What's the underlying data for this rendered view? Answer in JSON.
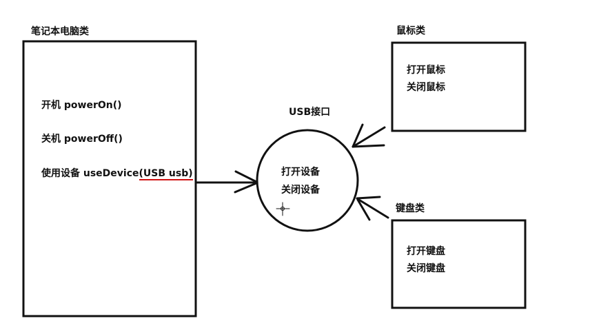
{
  "laptop": {
    "title": "笔记本电脑类",
    "methods": [
      "开机 powerOn()",
      "关机 powerOff()"
    ],
    "use_device_prefix": "使用设备 useDevice",
    "use_device_param": "(USB usb)"
  },
  "usb": {
    "title": "USB接口",
    "methods": [
      "打开设备",
      "关闭设备"
    ]
  },
  "mouse": {
    "title": "鼠标类",
    "methods": [
      "打开鼠标",
      "关闭鼠标"
    ]
  },
  "keyboard": {
    "title": "键盘类",
    "methods": [
      "打开键盘",
      "关闭键盘"
    ]
  },
  "colors": {
    "line": "#111111",
    "underline": "#d01010"
  }
}
